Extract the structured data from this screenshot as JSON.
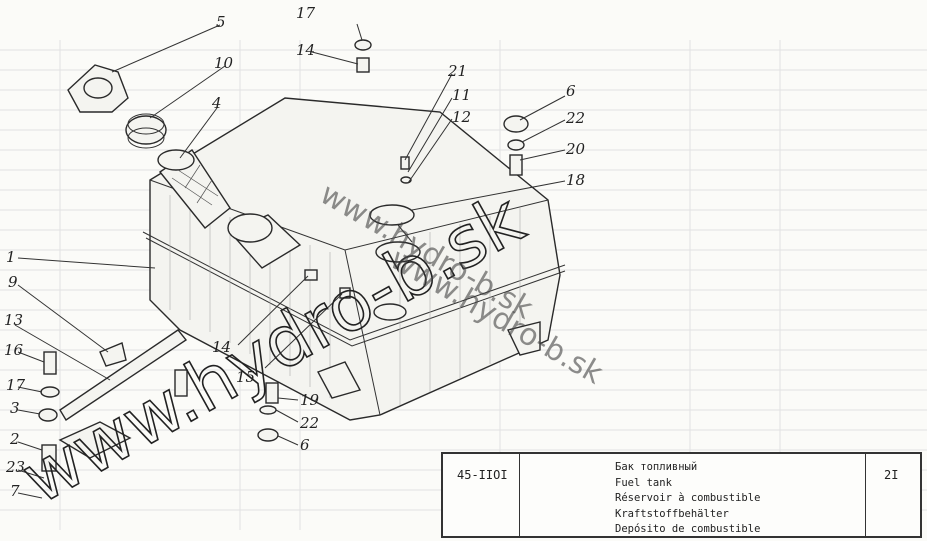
{
  "callouts": [
    "5",
    "10",
    "4",
    "1",
    "9",
    "13",
    "16",
    "17",
    "3",
    "2",
    "23",
    "7",
    "17",
    "14",
    "21",
    "11",
    "12",
    "6",
    "22",
    "20",
    "18",
    "14",
    "15",
    "19",
    "22",
    "6"
  ],
  "title_block": {
    "code": "45-IIOI",
    "names": [
      "Бак топливный",
      "Fuel tank",
      "Réservoir à combustible",
      "Kraftstoffbehälter",
      "Depósito de combustible"
    ],
    "sheet": "2I"
  },
  "watermarks": {
    "main": "www.hydro-b.sk",
    "small_1": "www.hydro-b.sk",
    "small_2": "www.hydro-b.sk"
  }
}
